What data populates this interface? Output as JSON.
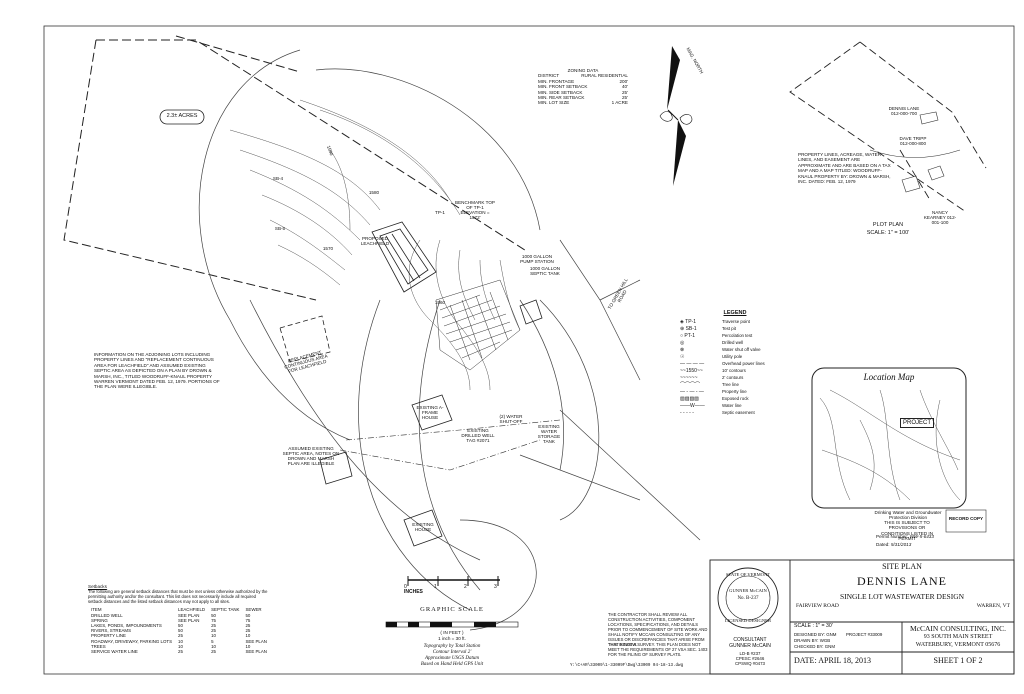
{
  "acres_label": "2.3± ACRES",
  "zoning": {
    "title": "ZONING DATA",
    "rows": [
      {
        "k": "DISTRICT",
        "v": "RURAL RESIDENTIAL"
      },
      {
        "k": "MIN. FRONTAGE",
        "v": "200'"
      },
      {
        "k": "MIN. FRONT SETBACK",
        "v": "40'"
      },
      {
        "k": "MIN. SIDE SETBACK",
        "v": "25'"
      },
      {
        "k": "MIN. REAR SETBACK",
        "v": "25'"
      },
      {
        "k": "MIN. LOT SIZE",
        "v": "1 ACRE"
      }
    ]
  },
  "site_labels": {
    "benchmark": "BENCHMARK TOP OF TP-1 ELEVATION = 1572'",
    "proposed_leachfield": "PROPOSED LEACHFIELD",
    "pump_station": "1000 GALLON PUMP STATION",
    "septic_tank": "1000 GALLON SEPTIC TANK",
    "replacement_area": "REPLACEMENT CONTINUOUS AREA FOR LEACHFIELD",
    "existing_house": "EXISTING A-FRAME HOUSE",
    "existing_well": "EXISTING DRILLED WELL TAG #2071",
    "water_shutoff": "(2) WATER SHUT-OFF",
    "water_storage": "EXISTING WATER STORAGE TANK",
    "existing_house2": "EXISTING HOUSE",
    "septic_existing": "ASSUMED EXISTING SEPTIC AREA, NOTES ON DROWN AND MARSH PLAN ARE ILLEGIBLE",
    "adjoining_note": "INFORMATION ON THE ADJOINING LOTS INCLUDING PROPERTY LINES AND \"REPLACEMENT CONTINUOUS AREA FOR LEACHFIELD\" AND ASSUMED EXISTING SEPTIC AREA AS DEPICTED ON A PLAN BY DROWN & MARSH, INC., TITLED WOODRUFF-KNAUL PROPERTY WARREN VERMONT DATED FEB. 12, 1979. PORTIONS OF THE PLAN WERE ILLEGIBLE.",
    "sb4": "SB-4",
    "sb5": "SB-5",
    "tp1": "TP-1",
    "road_label": "TO GREEN HILL ROAD",
    "contour_1590": "1590",
    "contour_1580": "1580",
    "contour_1570": "1570",
    "contour_1560": "1560"
  },
  "north_arrow": {
    "label": "MAG. NORTH"
  },
  "plot_plan": {
    "title": "PLOT PLAN",
    "scale": "SCALE: 1\" = 100'",
    "note": "PROPERTY LINES, ACREAGE, WATER LINES, AND EASEMENT ARE APPROXIMATE AND ARE BASED ON A TAX MAP AND A MAP TITLED: WOODRUFF-KNAUL PROPERTY BY: DROWN & MARSH, INC. DATED: FEB. 12, 1979",
    "owner1": "DENNIS LANE 012-000-700",
    "owner2": "DAVE TRIPP 012-000-800",
    "owner3": "NANCY KEARNEY 012-001-100"
  },
  "legend": {
    "title": "LEGEND",
    "items": [
      {
        "sym": "◈ TP-1",
        "label": "Traverse point"
      },
      {
        "sym": "⊕ SB-1",
        "label": "Test pit"
      },
      {
        "sym": "○ PT-1",
        "label": "Percolation test"
      },
      {
        "sym": "◎",
        "label": "Drilled well"
      },
      {
        "sym": "⊗",
        "label": "Water shut off valve"
      },
      {
        "sym": "☉ ",
        "label": "Utility pole"
      },
      {
        "sym": "— — — —",
        "label": "Overhead power lines"
      },
      {
        "sym": "~~1550~~",
        "label": "10' contours"
      },
      {
        "sym": "~~~~~~",
        "label": "2' contours"
      },
      {
        "sym": "⌒⌒⌒⌒",
        "label": "Tree line"
      },
      {
        "sym": "— - — - —",
        "label": "Property line"
      },
      {
        "sym": "▨▨▨▨",
        "label": "Exposed rock"
      },
      {
        "sym": "——W——",
        "label": "Water line"
      },
      {
        "sym": "- - - - -",
        "label": "Septic easement"
      }
    ]
  },
  "location_map": {
    "title": "Location Map",
    "project": "PROJECT"
  },
  "permit": {
    "division": "Drinking Water and Groundwater Protection Division",
    "subject": "THIS IS SUBJECT TO PROVISIONS OR CONDITIONS LISTED IN PERMIT",
    "permit_number_label": "Permit Number:",
    "permit_number": "WW-5-6433",
    "dated_label": "Dated:",
    "dated": "5/31/2013",
    "stamp_text": "RECORD COPY"
  },
  "graphic_scale": {
    "title": "GRAPHIC SCALE",
    "feet": "( IN FEET )",
    "inch": "1 inch = 30 ft.",
    "inches_label": "INCHES",
    "ticks": [
      "0",
      "1",
      "2",
      "3"
    ],
    "topo": "Topography by Total Station",
    "interval": "Contour Interval 2'",
    "datum": "Approximate USGS Datum",
    "gps": "Based on Hand Held GPS Unit"
  },
  "setbacks": {
    "title": "Setbacks",
    "intro": "The following are general setback distances that must be met unless otherwise authorized by the permitting authority and/or the consultant. This list does not necessarily include all required setback distances and the listed setback distances may not apply to all sites.",
    "header": [
      "ITEM",
      "LEACHFIELD",
      "SEPTIC TANK",
      "SEWER"
    ],
    "rows": [
      [
        "DRILLED WELL",
        "SEE PLAN",
        "50",
        "50"
      ],
      [
        "SPRING",
        "SEE PLAN",
        "75",
        "75"
      ],
      [
        "LAKES, PONDS, IMPOUNDMENTS",
        "50",
        "25",
        "25"
      ],
      [
        "RIVERS, STREAMS",
        "50",
        "25",
        "25"
      ],
      [
        "PROPERTY LINE",
        "25",
        "10",
        "10"
      ],
      [
        "ROADWAY, DRIVEWAY, PARKING LOTS",
        "10",
        "5",
        "SEE PLAN"
      ],
      [
        "TREES",
        "10",
        "10",
        "10"
      ],
      [
        "SERVICE WATER LINE",
        "25",
        "25",
        "SEE PLAN"
      ]
    ]
  },
  "contractor_note": "THE CONTRACTOR SHALL REVIEW ALL CONSTRUCTION ACTIVITIES, COMPONENT LOCATIONS, SPECIFICATIONS, AND DETAILS PRIOR TO COMMENCEMENT OF SITE WORK AND SHALL NOTIFY MCCAIN CONSULTING OF ANY ISSUES OR DISCREPANCIES THAT ARISE FROM THAT REVIEW.",
  "survey_note": "THIS IS NOT A SURVEY. THIS PLAN DOES NOT MEET THE REQUIREMENTS OF 27 VSA SEC. 1403 FOR THE FILING OF SURVEY PLATS.",
  "file_path": "Y:\\C+AR\\33009\\1-33009F\\Dwg\\33009 04-18-13.dwg",
  "title_block": {
    "site_plan": "SITE PLAN",
    "project_name": "DENNIS LANE",
    "subtitle": "SINGLE LOT WASTEWATER DESIGN",
    "road": "FAIRVIEW ROAD",
    "town": "WARREN, VT",
    "scale": "SCALE : 1\" = 30'",
    "designed_by": "DESIGNED BY: GNM",
    "drawn_by": "DRAWN BY: WGB",
    "checked_by": "CHECKED BY: GNM",
    "project": "PROJECT #33009",
    "firm": "McCAIN CONSULTING, INC.",
    "address1": "93 SOUTH MAIN STREET",
    "address2": "WATERBURY, VERMONT 05676",
    "date": "DATE: APRIL 18, 2013",
    "sheet": "SHEET  1 OF 2",
    "consultant_label": "CONSULTANT",
    "consultant_name": "GUNNER McCAIN",
    "license_lines": [
      "LD-B #237",
      "CPESC #2646",
      "CPSWQ #0473"
    ],
    "seal_top": "STATE OF VERMONT",
    "seal_mid": "GUNNER McCAIN",
    "seal_no": "No. B-237",
    "seal_bottom": "LICENSED DESIGNER"
  }
}
